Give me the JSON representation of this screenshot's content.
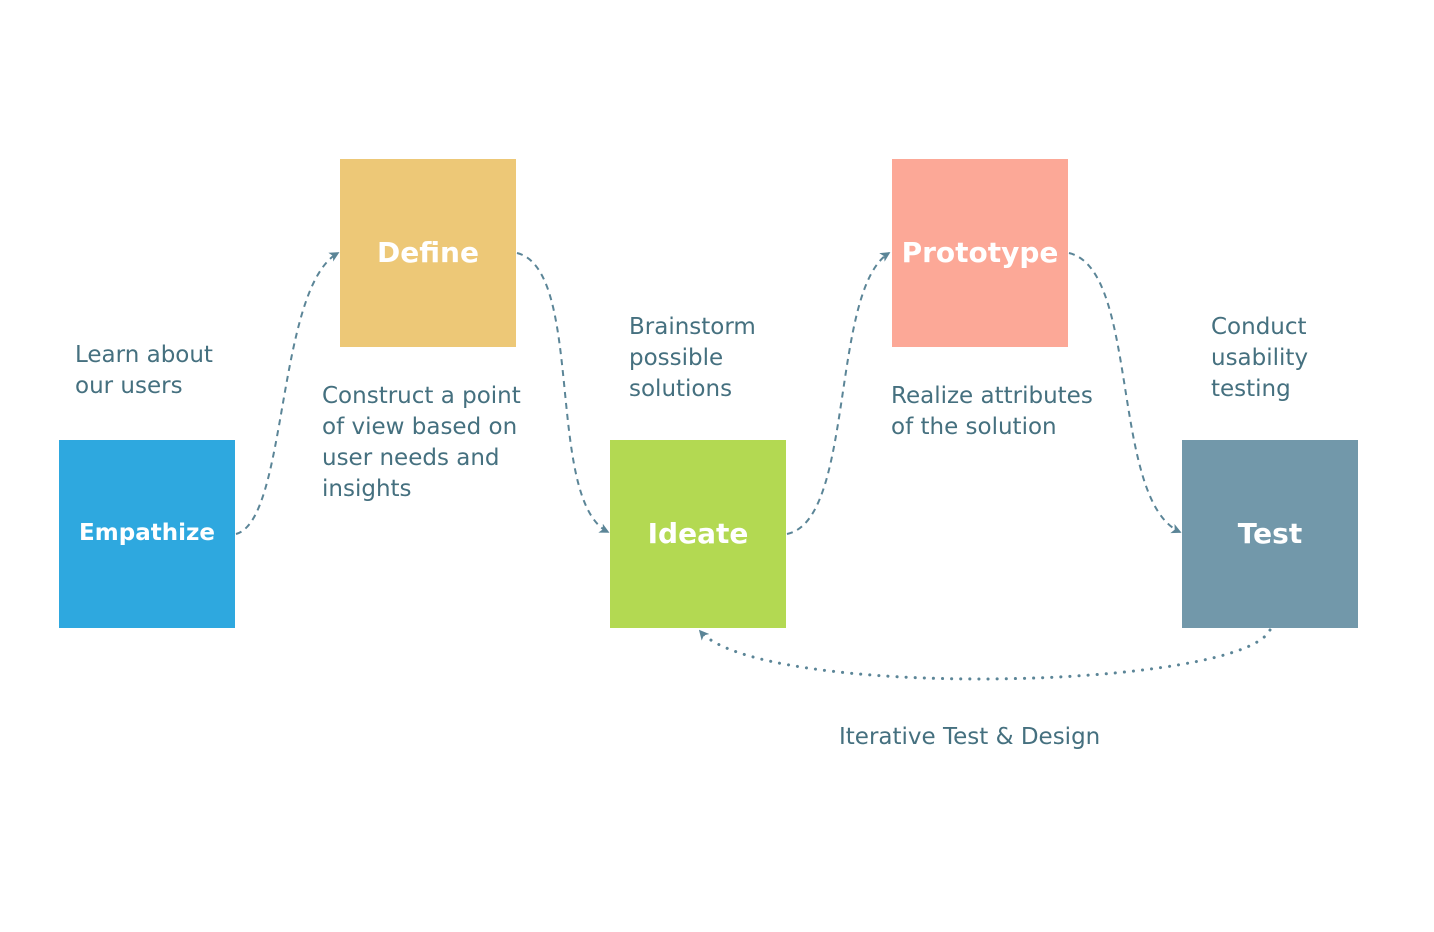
{
  "colors": {
    "empathize": "#2ea8df",
    "define": "#edc877",
    "ideate": "#b3d952",
    "prototype": "#fca897",
    "test": "#7298aa",
    "text": "#45707f",
    "connector": "#5b8597"
  },
  "stages": [
    {
      "id": "empathize",
      "label": "Empathize",
      "note": "Learn about\nour users"
    },
    {
      "id": "define",
      "label": "Define",
      "note": "Construct a point\nof view based on\nuser needs and\ninsights"
    },
    {
      "id": "ideate",
      "label": "Ideate",
      "note": "Brainstorm\npossible\nsolutions"
    },
    {
      "id": "prototype",
      "label": "Prototype",
      "note": "Realize attributes\nof the solution"
    },
    {
      "id": "test",
      "label": "Test",
      "note": "Conduct\nusability\ntesting"
    }
  ],
  "loop": {
    "label": "Iterative Test & Design"
  }
}
